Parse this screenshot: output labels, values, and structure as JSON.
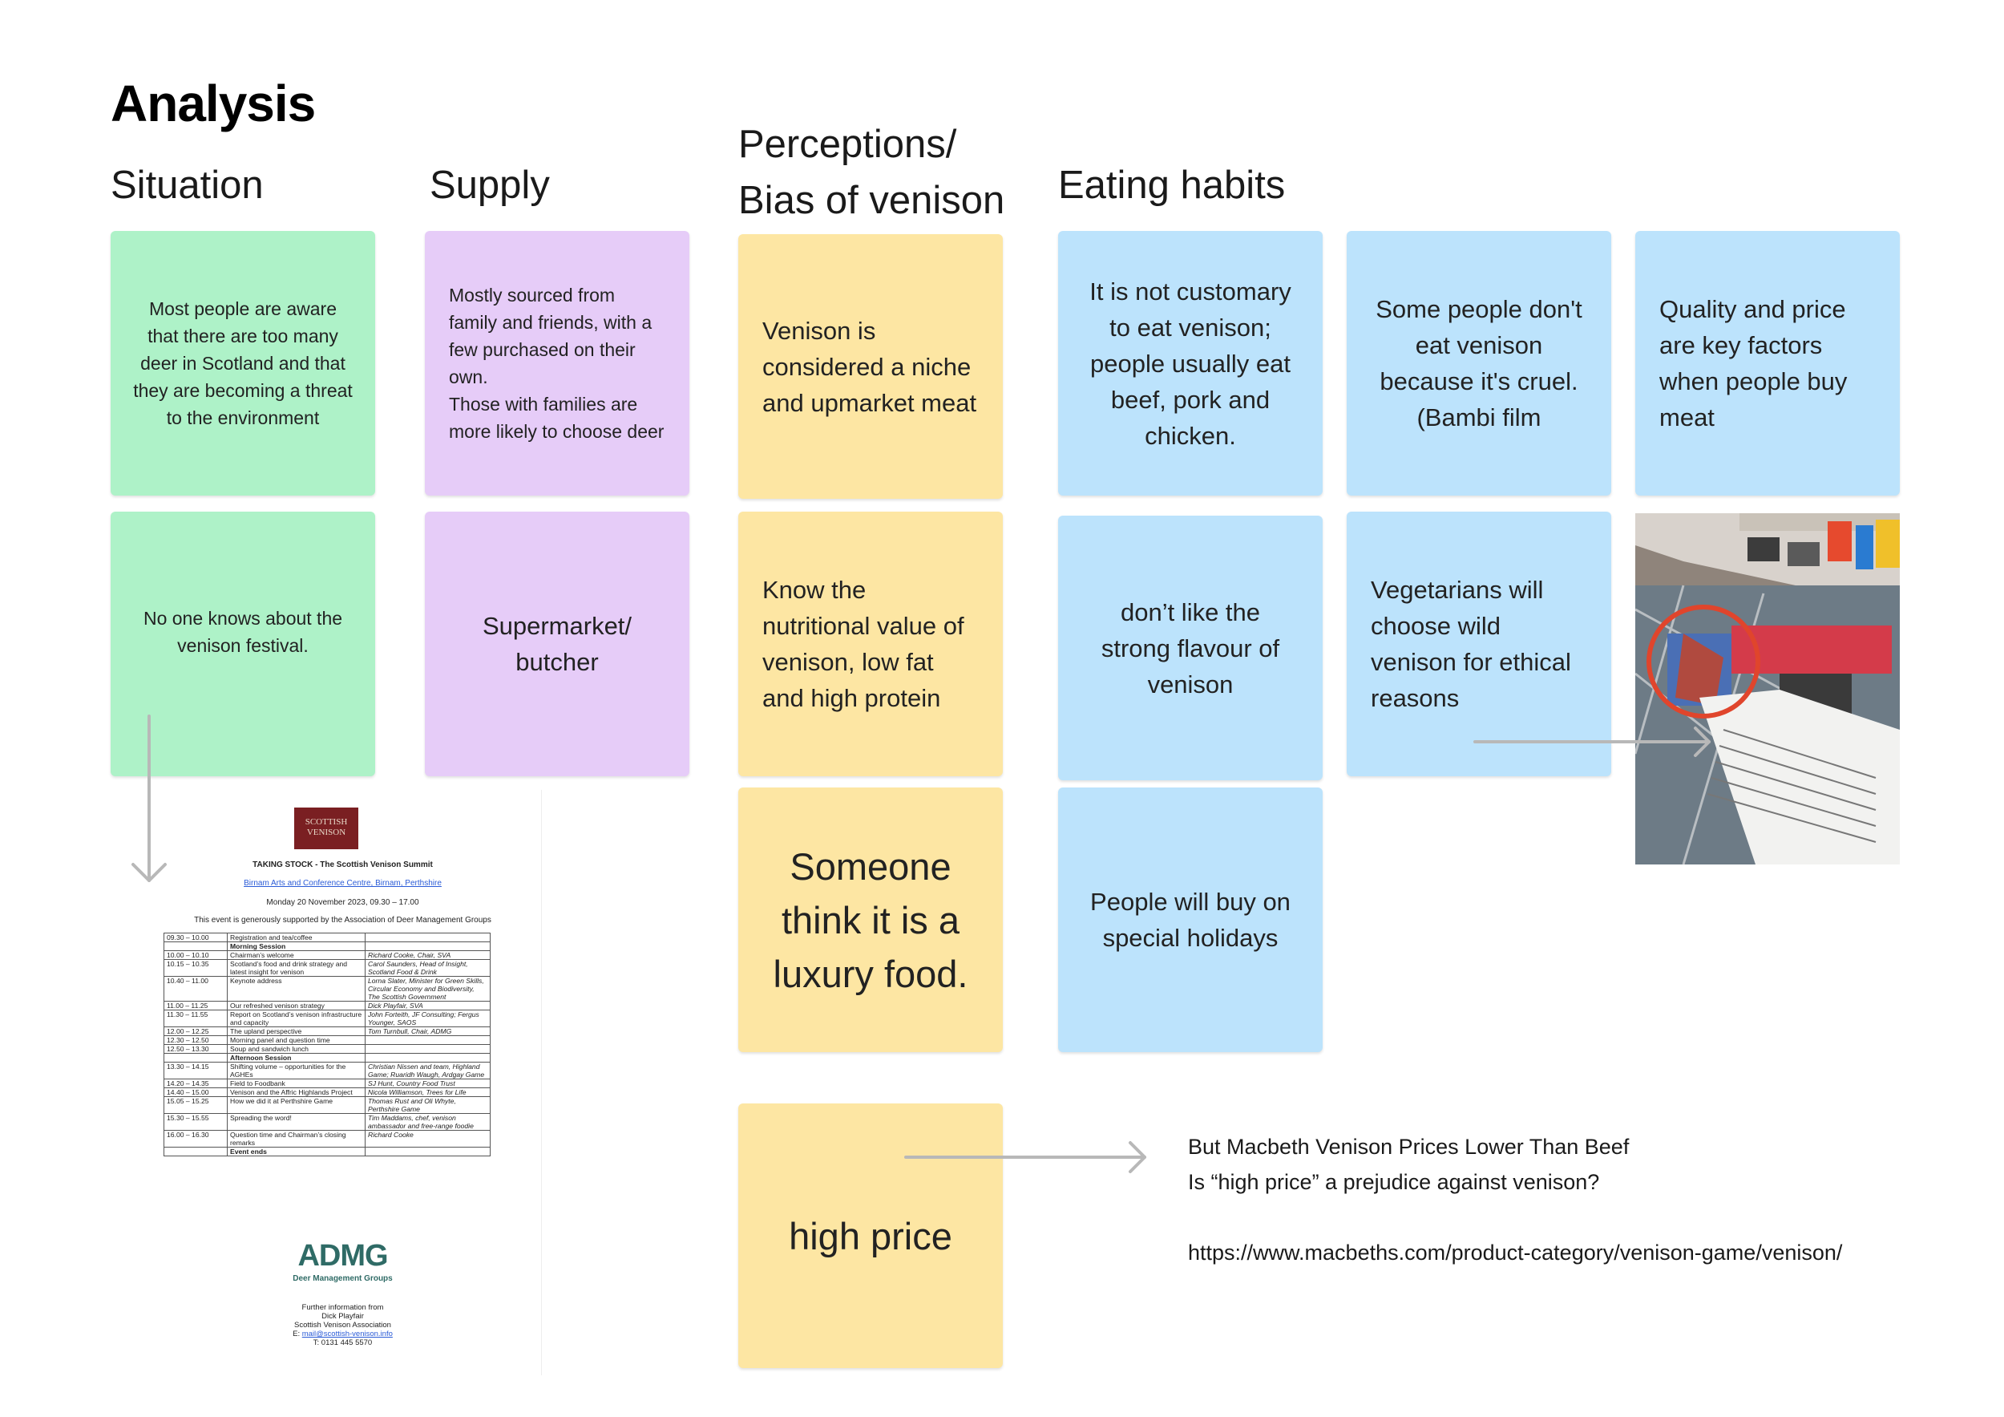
{
  "title": "Analysis",
  "columns": {
    "situation": "Situation",
    "supply": "Supply",
    "perceptions_line1": "Perceptions/",
    "perceptions_line2": "Bias of venison",
    "eating": "Eating habits"
  },
  "notes": {
    "situation_1": "Most people are aware that there are too many deer in Scotland and that they are becoming a threat to the environment",
    "situation_2": "No one knows about the venison festival.",
    "supply_1_a": "Mostly sourced from family and friends, with a few purchased on their own.",
    "supply_1_b": "Those with families are more likely to choose deer",
    "supply_2": "Supermarket/ butcher",
    "perception_1": "Venison is considered a niche and upmarket meat",
    "perception_2": "Know the nutritional value of venison, low fat and high protein",
    "perception_3": "Someone think it is a luxury food.",
    "perception_4": "high price",
    "eating_1": "It is not customary to eat venison; people usually eat beef, pork and chicken.",
    "eating_2": "Some people don't eat venison because it's cruel. (Bambi film",
    "eating_3": "Quality and price are key factors when people buy meat",
    "eating_4": "don’t like the strong flavour of venison",
    "eating_5": "Vegetarians will choose wild venison for ethical reasons",
    "eating_6": "People will buy on special holidays"
  },
  "side_text": {
    "line1": "But Macbeth Venison Prices Lower Than Beef",
    "line2": "Is “high price” a prejudice against venison?",
    "url": "https://www.macbeths.com/product-category/venison-game/venison/"
  },
  "agenda": {
    "logo_line1": "SCOTTISH",
    "logo_line2": "VENISON",
    "heading": "TAKING STOCK - The Scottish Venison Summit",
    "venue": "Birnam Arts and Conference Centre, Birnam, Perthshire",
    "date": "Monday 20 November 2023, 09.30 – 17.00",
    "support": "This event is generously supported by the Association of Deer Management Groups",
    "rows": [
      {
        "time": "09.30 – 10.00",
        "item": "Registration and tea/coffee",
        "who": "",
        "bold": false
      },
      {
        "time": "",
        "item": "Morning Session",
        "who": "",
        "bold": true
      },
      {
        "time": "10.00 – 10.10",
        "item": "Chairman’s welcome",
        "who": "Richard Cooke, Chair, SVA",
        "bold": false
      },
      {
        "time": "10.15 – 10.35",
        "item": "Scotland’s food and drink strategy and latest insight for venison",
        "who": "Carol Saunders, Head of Insight, Scotland Food & Drink",
        "bold": false
      },
      {
        "time": "10.40 – 11.00",
        "item": "Keynote address",
        "who": "Lorna Slater, Minister for Green Skills, Circular Economy and Biodiversity, The Scottish Government",
        "bold": false
      },
      {
        "time": "11.00 – 11.25",
        "item": "Our refreshed venison strategy",
        "who": "Dick Playfair, SVA",
        "bold": false
      },
      {
        "time": "11.30 – 11.55",
        "item": "Report on Scotland’s venison infrastructure and capacity",
        "who": "John Forteith, JF Consulting; Fergus Younger, SAOS",
        "bold": false
      },
      {
        "time": "12.00 – 12.25",
        "item": "The upland perspective",
        "who": "Tom Turnbull, Chair, ADMG",
        "bold": false
      },
      {
        "time": "12.30 – 12.50",
        "item": "Morning panel and question time",
        "who": "",
        "bold": false
      },
      {
        "time": "12.50 – 13.30",
        "item": "Soup and sandwich lunch",
        "who": "",
        "bold": false
      },
      {
        "time": "",
        "item": "Afternoon Session",
        "who": "",
        "bold": true
      },
      {
        "time": "13.30 – 14.15",
        "item": "Shifting volume – opportunities for the AGHEs",
        "who": "Christian Nissen and team, Highland Game; Ruaridh Waugh, Ardgay Game",
        "bold": false
      },
      {
        "time": "14.20 – 14.35",
        "item": "Field to Foodbank",
        "who": "SJ Hunt, Country Food Trust",
        "bold": false
      },
      {
        "time": "14.40 – 15.00",
        "item": "Venison and the Affric Highlands Project",
        "who": "Nicola Williamson, Trees for Life",
        "bold": false
      },
      {
        "time": "15.05 – 15.25",
        "item": "How we did it at Perthshire Game",
        "who": "Thomas Rust and Oli Whyte, Perthshire Game",
        "bold": false
      },
      {
        "time": "15.30 – 15.55",
        "item": "Spreading the word!",
        "who": "Tim Maddams, chef, venison ambassador and free-range foodie",
        "bold": false
      },
      {
        "time": "16.00 – 16.30",
        "item": "Question time and Chairman’s closing remarks",
        "who": "Richard Cooke",
        "bold": false
      },
      {
        "time": "",
        "item": "Event ends",
        "who": "",
        "bold": true
      }
    ],
    "admg_logo": "ADMG",
    "admg_sub": "Deer Management Groups",
    "footer_1": "Further information from",
    "footer_2": "Dick Playfair",
    "footer_3": "Scottish Venison Association",
    "footer_email_prefix": "E:",
    "footer_email": "mail@scottish-venison.info",
    "footer_phone": "T: 0131 445 5570"
  },
  "colors": {
    "green": "#aef2c8",
    "purple": "#e6ccf8",
    "yellow": "#fde6a3",
    "blue": "#bce3fc",
    "arrow": "#b8b8b8",
    "annotation_circle": "#e0452c"
  }
}
